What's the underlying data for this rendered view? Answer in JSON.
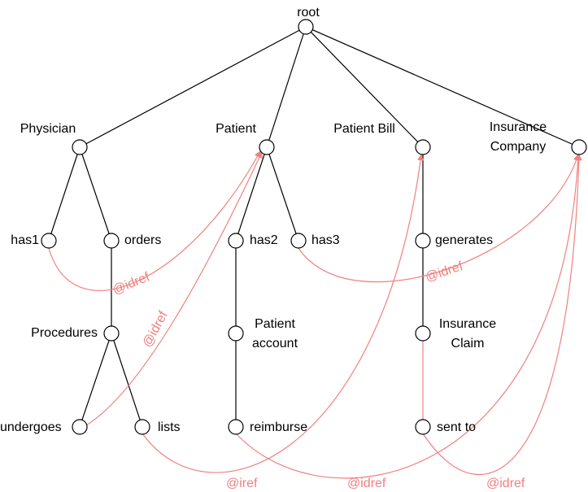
{
  "colors": {
    "ink": "#000000",
    "reference": "#f08080",
    "background": "#ffffff"
  },
  "nodes": {
    "root": "root",
    "physician": "Physician",
    "patient": "Patient",
    "patient_bill": "Patient Bill",
    "insurance_company": [
      "Insurance",
      "Company"
    ],
    "has1": "has1",
    "orders": "orders",
    "has2": "has2",
    "has3": "has3",
    "generates": "generates",
    "procedures": "Procedures",
    "patient_account": [
      "Patient",
      "account"
    ],
    "insurance_claim": [
      "Insurance",
      "Claim"
    ],
    "undergoes": "undergoes",
    "lists": "lists",
    "reimburse": "reimburse",
    "sent_to": "sent to"
  },
  "references": {
    "has1_to_patient": "@idref",
    "undergoes_to_patient": "@idref",
    "has3_to_insurance_company": "@idref",
    "lists_to_patient_bill": "@iref",
    "reimburse_to_insurance_company": "@idref",
    "sent_to_to_insurance_company": "@idref"
  }
}
